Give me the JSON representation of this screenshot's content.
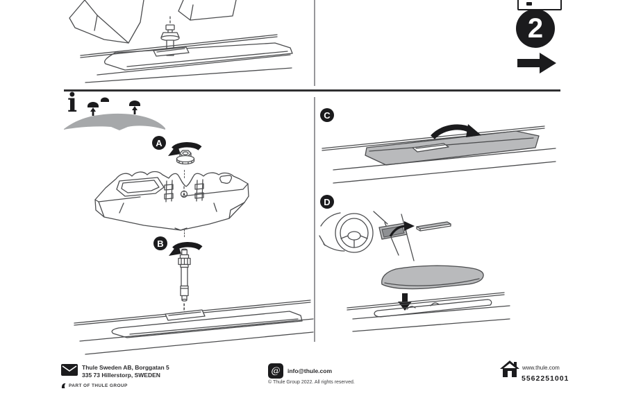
{
  "document": {
    "step": {
      "number": "2"
    },
    "info_symbol": "i",
    "callouts": {
      "a": "A",
      "b": "B",
      "c": "C",
      "d": "D"
    }
  },
  "icons": {
    "at_symbol": "@"
  },
  "footer": {
    "address_line1": "Thule Sweden AB, Borggatan 5",
    "address_line2": "335 73 Hillerstorp, SWEDEN",
    "tagline": "PART OF THULE GROUP",
    "email": "info@thule.com",
    "copyright": "© Thule Group 2022. All rights reserved.",
    "website": "www.thule.com",
    "part_number": "5562251001"
  },
  "colors": {
    "ink": "#1b1b1d",
    "drawing_line": "#4b4c4e",
    "part_gray": "#b9babc",
    "roof_gray": "#a6a8aa"
  }
}
